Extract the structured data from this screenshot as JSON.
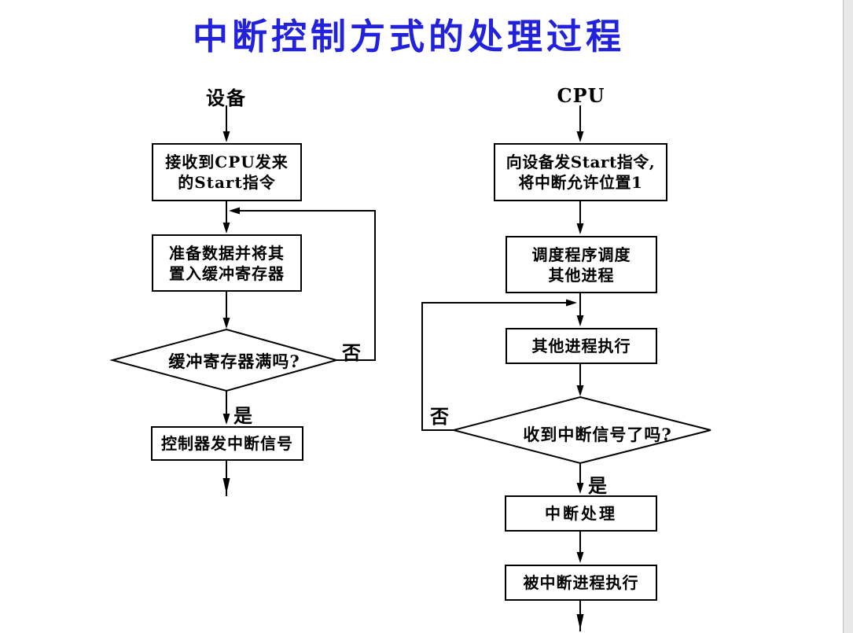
{
  "title": "中断控制方式的处理过程",
  "colors": {
    "title_blue": "#2222dd",
    "diagram_ink": "#000000"
  },
  "lanes": {
    "device": {
      "header": "设备",
      "step1": {
        "line1": "接收到CPU发来",
        "line2": "的Start指令"
      },
      "step2": {
        "line1": "准备数据并将其",
        "line2": "置入缓冲寄存器"
      },
      "decision": {
        "question": "缓冲寄存器满吗?",
        "no_label": "否",
        "yes_label": "是"
      },
      "step3": {
        "line1": "控制器发中断信号"
      }
    },
    "cpu": {
      "header": "CPU",
      "step1": {
        "line1": "向设备发Start指令,",
        "line2": "将中断允许位置1"
      },
      "step2": {
        "line1": "调度程序调度",
        "line2": "其他进程"
      },
      "step3": {
        "line1": "其他进程执行"
      },
      "decision": {
        "question": "收到中断信号了吗?",
        "no_label": "否",
        "yes_label": "是"
      },
      "step4": {
        "line1": "中断处理"
      },
      "step5": {
        "line1": "被中断进程执行"
      }
    }
  }
}
